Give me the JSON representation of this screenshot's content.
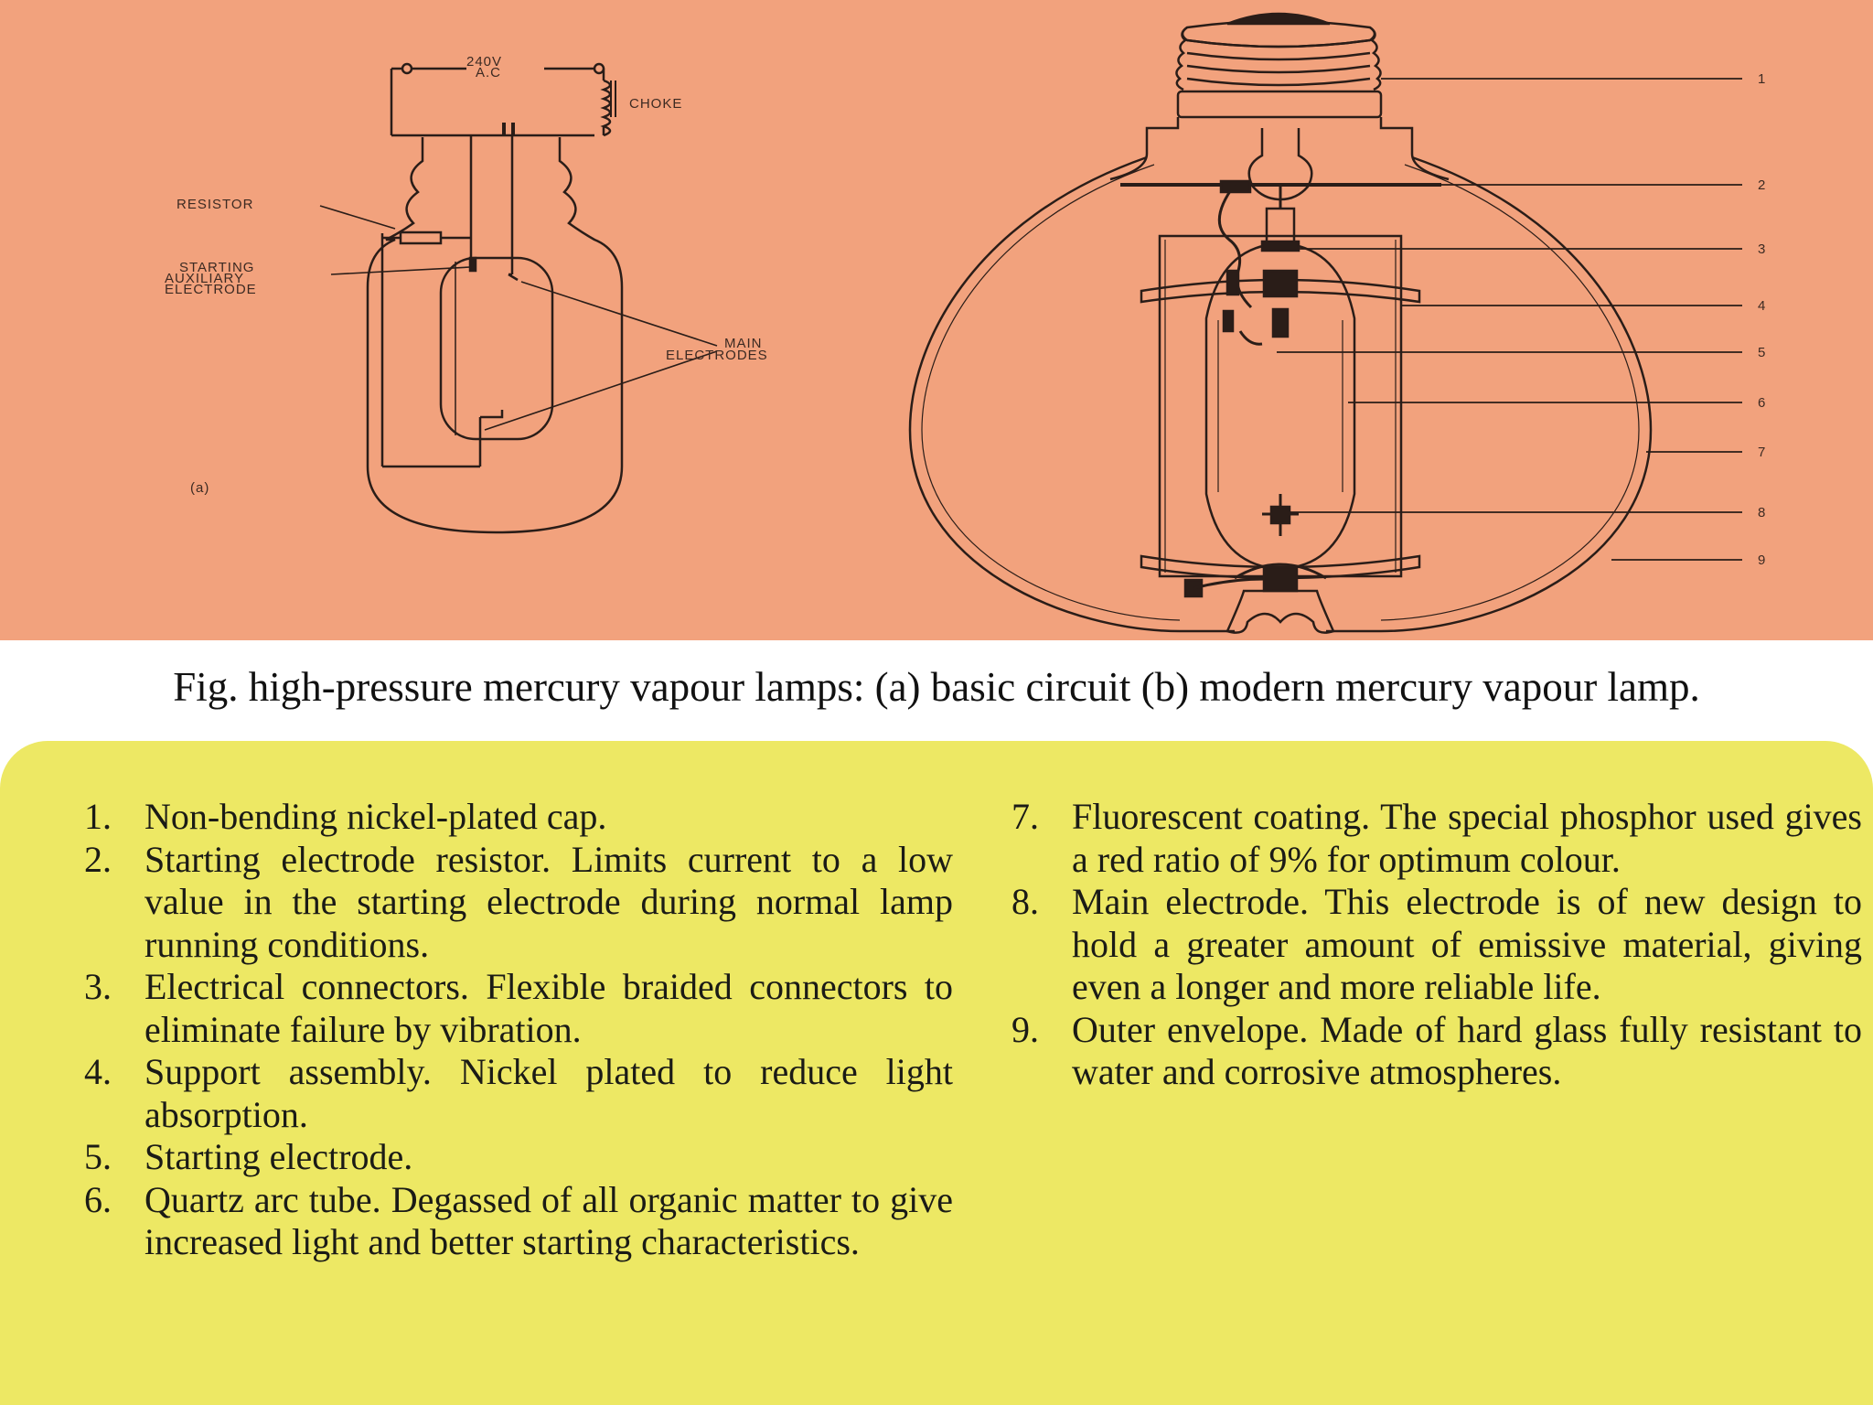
{
  "figure": {
    "circuit_labels": {
      "supply": "240V",
      "supply_type": "A.C",
      "choke": "CHOKE",
      "resistor": "RESISTOR",
      "starting_line1": "STARTING",
      "starting_line2": "AUXILIARY",
      "starting_line3": "ELECTRODE",
      "main_line1": "MAIN",
      "main_line2": "ELECTRODES",
      "part": "(a)"
    },
    "lamp_callouts": [
      "1",
      "2",
      "3",
      "4",
      "5",
      "6",
      "7",
      "8",
      "9"
    ]
  },
  "caption": "Fig. high-pressure mercury vapour lamps: (a) basic circuit (b) modern mercury vapour lamp.",
  "legend": {
    "left": [
      {
        "num": "1.",
        "text": "Non-bending nickel-plated cap."
      },
      {
        "num": "2.",
        "text": "Starting electrode resistor. Limits current to a low value in the starting electrode during normal lamp running conditions."
      },
      {
        "num": "3.",
        "text": "Electrical connectors. Flexible braided connectors to eliminate failure by vibration."
      },
      {
        "num": "4.",
        "text": "Support assembly. Nickel plated to reduce light absorption."
      },
      {
        "num": "5.",
        "text": "Starting electrode."
      },
      {
        "num": "6.",
        "text": "Quartz arc tube. Degassed of all organic matter to give increased light and better starting characteristics."
      }
    ],
    "right": [
      {
        "num": "7.",
        "text": "Fluorescent coating. The special phosphor used gives a red ratio of 9% for optimum colour."
      },
      {
        "num": "8.",
        "text": "Main electrode. This electrode is of new design to hold a greater amount of emissive material, giving even a longer and more reliable life."
      },
      {
        "num": "9.",
        "text": "Outer envelope. Made of hard glass fully resistant to water and corrosive atmospheres."
      }
    ]
  },
  "colors": {
    "figure_bg": "#f2a27d",
    "legend_bg": "#ede864",
    "ink": "#2a1d18"
  }
}
